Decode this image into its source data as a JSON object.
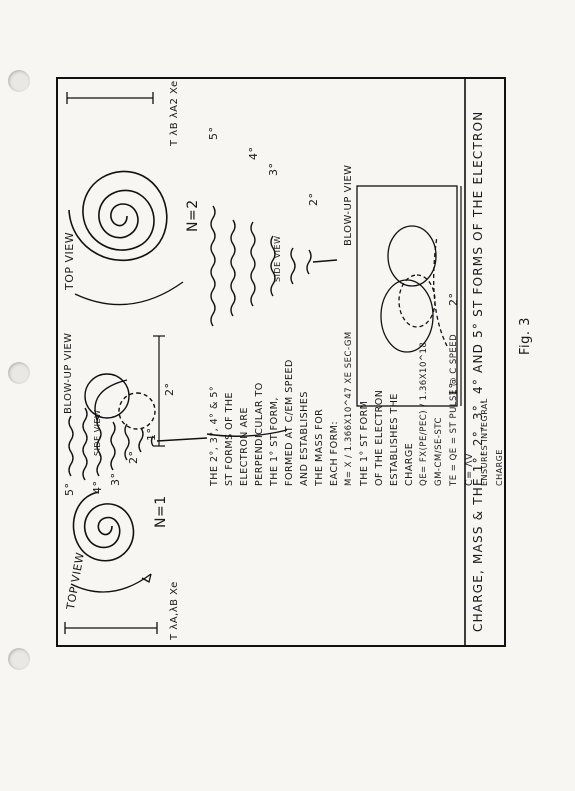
{
  "caption": "CHARGE, MASS & THE 1°, 2°, 3°, 4° AND 5° ST FORMS OF THE ELECTRON",
  "figure_label": "Fig. 3",
  "left_panel": {
    "top_view_label": "TOP VIEW",
    "n_label": "n=1",
    "side_view_label": "SIDE VIEW",
    "blowup_label": "BLOW-UP VIEW",
    "dimension_label": "2°",
    "degree_labels": [
      "5°",
      "4°",
      "3°",
      "2°",
      "1°"
    ],
    "lambda_label": "T λA,λB Xe"
  },
  "right_panel": {
    "top_view_label": "TOP VIEW",
    "n_label": "n=2",
    "side_view_label": "SIDE VIEW",
    "blowup_label": "BLOW-UP VIEW",
    "dimension_label": "2°",
    "dimension_label_2": "1°",
    "degree_labels": [
      "5°",
      "4°",
      "3°",
      "2°"
    ],
    "lambda_label": "T λB λA2 Xe"
  },
  "center_text": {
    "line1": "THE 2°, 3°, 4° & 5°",
    "line2": "ST FORMS OF THE",
    "line3": "ELECTRON ARE",
    "line4": "PERPENDICULAR TO",
    "line5": "THE 1° ST FORM,",
    "line6": "FORMED AT C/Em SPEED",
    "line7": "AND ESTABLISHES",
    "line8": "THE MASS FOR",
    "line9": "EACH FORM:",
    "line10": "m= X / 1.366x10^47 Xe sec-gm",
    "line11": "THE 1° ST FORM",
    "line12": "OF THE ELECTRON",
    "line13": "ESTABLISHES THE",
    "line14": "CHARGE",
    "line15": "qe= Fx(Pe/Pec) / 1.36x10^18 gm-cm/se-stc",
    "line16": "Te = qe = ST PULSE @ C speed",
    "line17": "C= λV",
    "line18": "ENSURES INTEGRAL",
    "line19": "CHARGE"
  }
}
